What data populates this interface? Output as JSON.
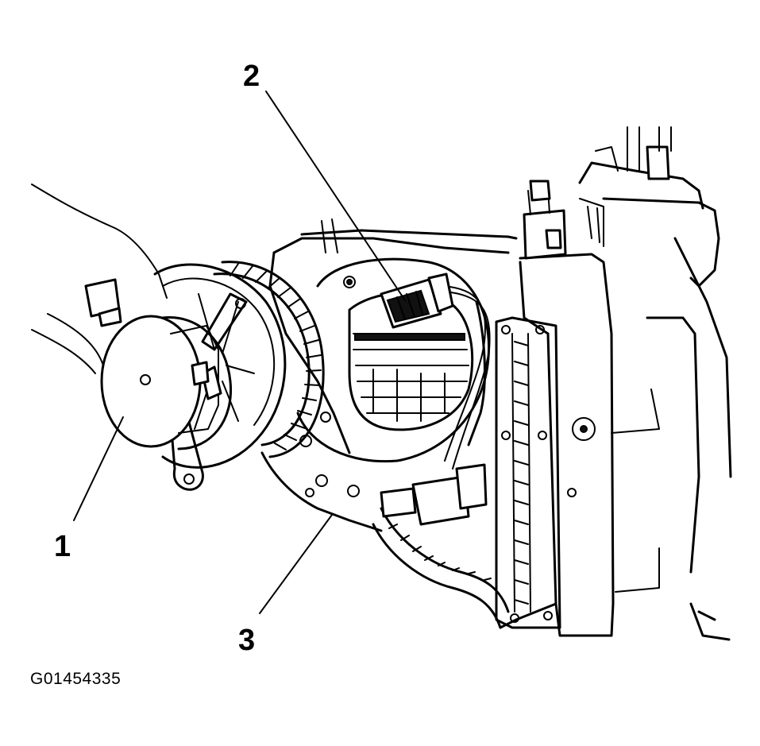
{
  "figure": {
    "id": "G01454335",
    "callouts": [
      {
        "label": "1"
      },
      {
        "label": "2"
      },
      {
        "label": "3"
      }
    ]
  }
}
